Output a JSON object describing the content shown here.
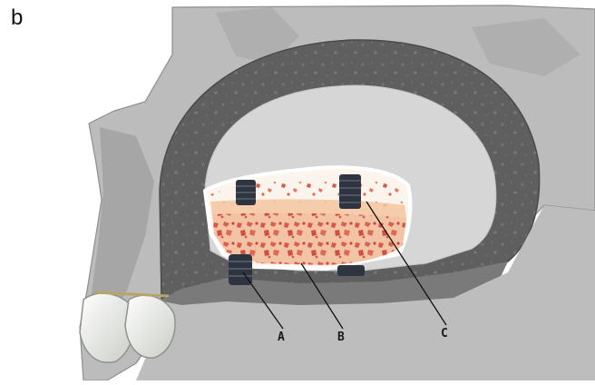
{
  "figure": {
    "panel_letter": "b",
    "callouts": [
      {
        "id": "A",
        "label": "A"
      },
      {
        "id": "B",
        "label": "B"
      },
      {
        "id": "C",
        "label": "C"
      }
    ]
  },
  "colors": {
    "bone_light": "#bdbdbd",
    "bone_mid": "#a9a9a9",
    "cortical_dark": "#5c5c5c",
    "sinus_cavity": "#d6d6d6",
    "graft_white": "#fbf5ee",
    "graft_peach": "#f3c6a0",
    "graft_red": "#d95a4a",
    "implant": "#2e3440",
    "tooth": "#eef0ec"
  }
}
